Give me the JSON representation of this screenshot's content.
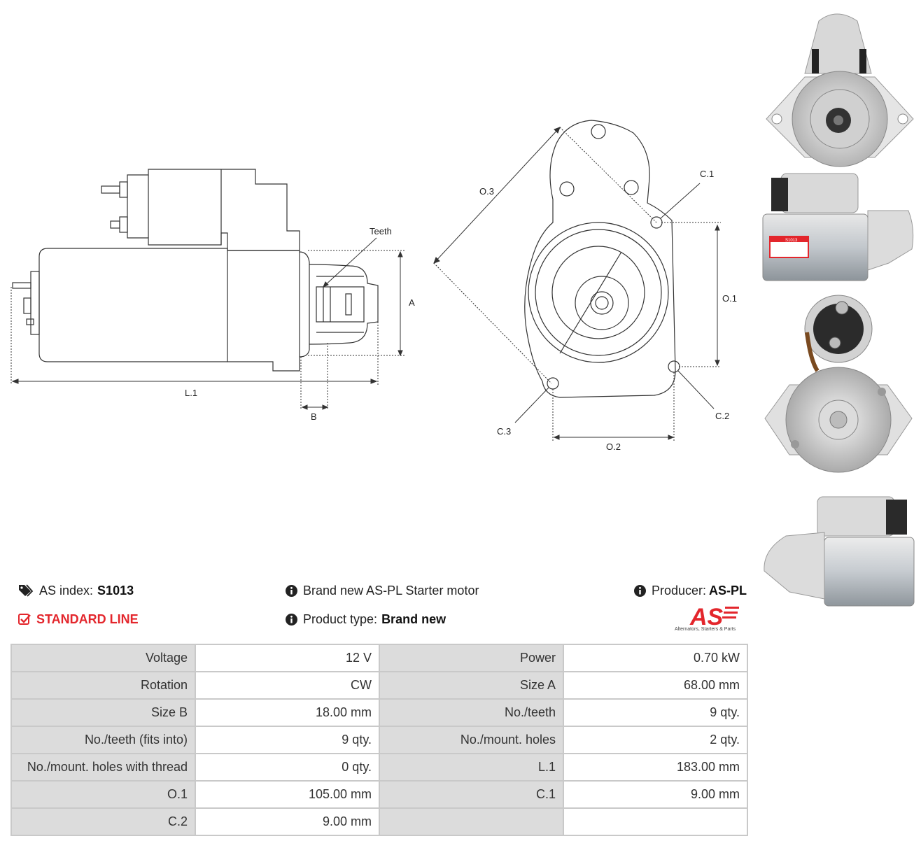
{
  "drawing_labels": {
    "teeth": "Teeth",
    "a": "A",
    "b": "B",
    "l1": "L.1",
    "o1": "O.1",
    "o2": "O.2",
    "o3": "O.3",
    "c1": "C.1",
    "c2": "C.2",
    "c3": "C.3"
  },
  "info": {
    "index_label": "AS index:",
    "index_value": "S1013",
    "line": "STANDARD LINE",
    "brand_text": "Brand new AS-PL Starter motor",
    "product_type_label": "Product type:",
    "product_type_value": "Brand new",
    "producer_label": "Producer:",
    "producer_value": "AS-PL",
    "logo_text": "AS",
    "logo_tagline": "Alternators, Starters & Parts",
    "label_sticker": "S1013"
  },
  "icons": {
    "tag": "tags-icon",
    "check": "check-square-icon",
    "info": "info-circle-icon"
  },
  "colors": {
    "brand_red": "#e3262c",
    "table_key_bg": "#dcdcdc",
    "table_border": "#c9c9c9"
  },
  "specs": [
    [
      "Voltage",
      "12 V",
      "Power",
      "0.70 kW"
    ],
    [
      "Rotation",
      "CW",
      "Size A",
      "68.00 mm"
    ],
    [
      "Size B",
      "18.00 mm",
      "No./teeth",
      "9 qty."
    ],
    [
      "No./teeth (fits into)",
      "9 qty.",
      "No./mount. holes",
      "2 qty."
    ],
    [
      "No./mount. holes with thread",
      "0 qty.",
      "L.1",
      "183.00 mm"
    ],
    [
      "O.1",
      "105.00 mm",
      "C.1",
      "9.00 mm"
    ],
    [
      "C.2",
      "9.00 mm",
      "",
      ""
    ]
  ]
}
